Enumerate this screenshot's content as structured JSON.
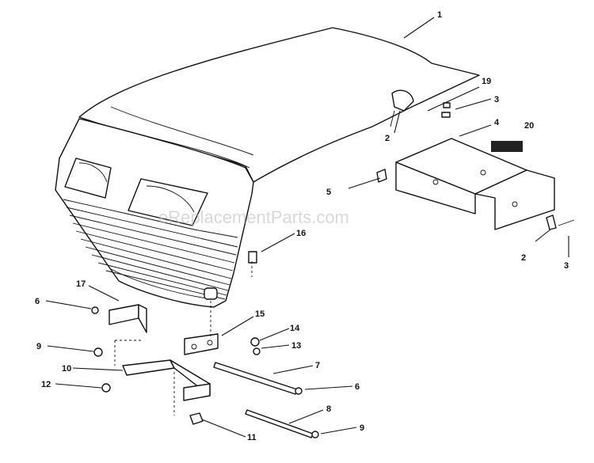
{
  "watermark": "eReplacementParts.com",
  "callouts": [
    {
      "id": "c1",
      "text": "1"
    },
    {
      "id": "c19",
      "text": "19"
    },
    {
      "id": "c3a",
      "text": "3"
    },
    {
      "id": "c2a",
      "text": "2"
    },
    {
      "id": "c4",
      "text": "4"
    },
    {
      "id": "c20",
      "text": "20"
    },
    {
      "id": "c5",
      "text": "5"
    },
    {
      "id": "c16",
      "text": "16"
    },
    {
      "id": "c2b",
      "text": "2"
    },
    {
      "id": "c3b",
      "text": "3"
    },
    {
      "id": "c17",
      "text": "17"
    },
    {
      "id": "c6a",
      "text": "6"
    },
    {
      "id": "c15",
      "text": "15"
    },
    {
      "id": "c14",
      "text": "14"
    },
    {
      "id": "c13",
      "text": "13"
    },
    {
      "id": "c9a",
      "text": "9"
    },
    {
      "id": "c10",
      "text": "10"
    },
    {
      "id": "c7",
      "text": "7"
    },
    {
      "id": "c12",
      "text": "12"
    },
    {
      "id": "c6b",
      "text": "6"
    },
    {
      "id": "c8",
      "text": "8"
    },
    {
      "id": "c11",
      "text": "11"
    },
    {
      "id": "c9b",
      "text": "9"
    }
  ]
}
